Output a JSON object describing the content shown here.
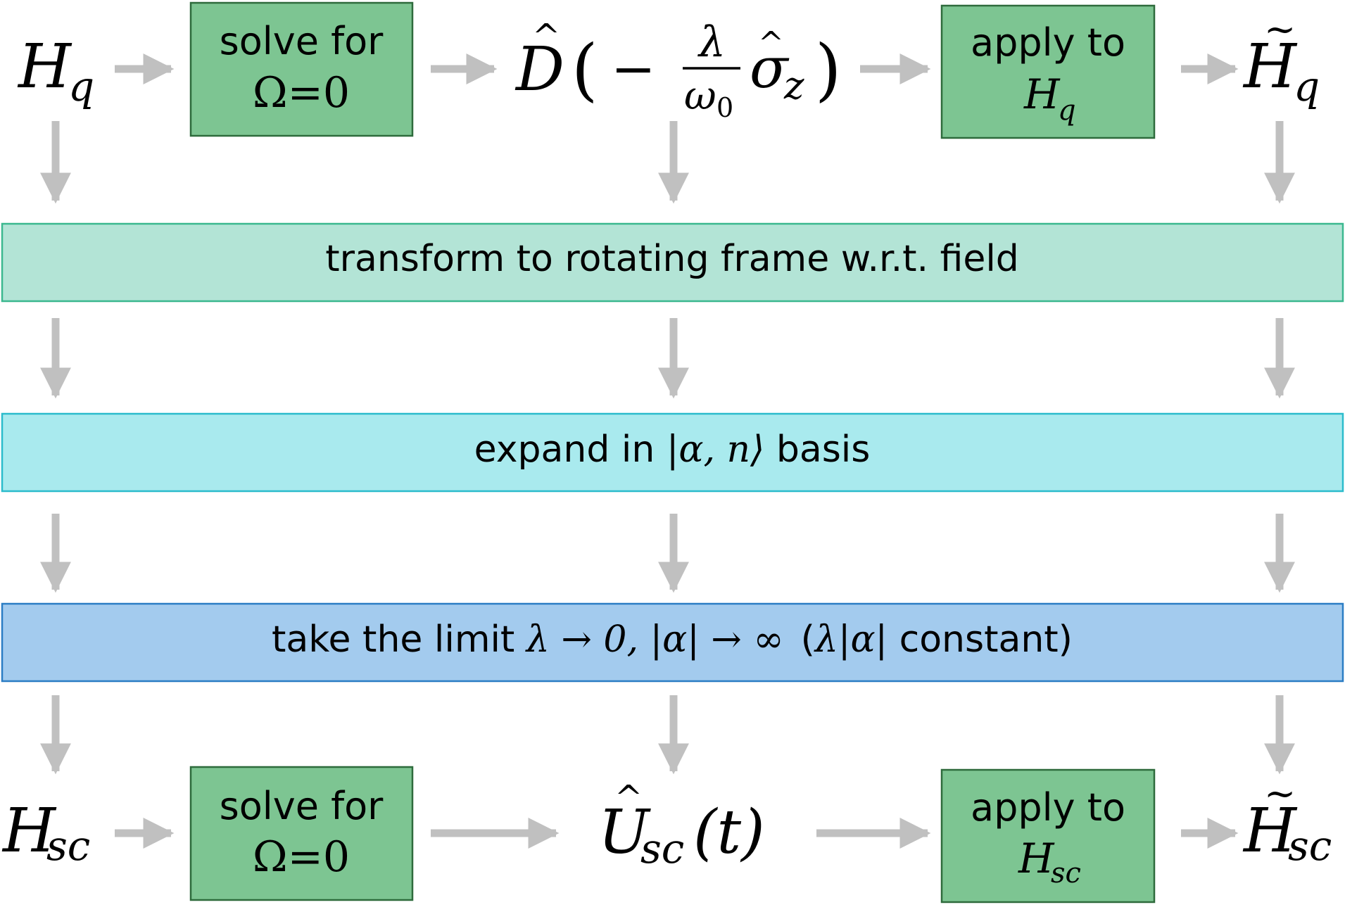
{
  "colors": {
    "solve_box": "#7dc592",
    "solve_box_border": "#2e6b3c",
    "band_rotating": "#b3e4d6",
    "band_rotating_border": "#3bb88f",
    "band_expand": "#a9eaee",
    "band_expand_border": "#2bbccc",
    "band_limit": "#a3cbee",
    "band_limit_border": "#2b7dc4",
    "arrow": "#c0c0c0"
  },
  "top_row": {
    "h_q": {
      "base": "H",
      "sub": "q"
    },
    "solve_box": {
      "line1": "solve for",
      "line2": "Ω=0"
    },
    "displacement": {
      "op": "D",
      "lparen": "(",
      "minus": "−",
      "num": "λ",
      "den_base": "ω",
      "den_sub": "0",
      "sigma": "σ",
      "sigma_sub": "z",
      "rparen": ")"
    },
    "apply_box": {
      "line1": "apply to",
      "line2_base": "H",
      "line2_sub": "q"
    },
    "h_tilde_q": {
      "base": "H",
      "tilde": "~",
      "sub": "q"
    }
  },
  "bands": {
    "rotating": "transform to rotating frame w.r.t. field",
    "expand": {
      "pre": "expand in ",
      "ket": "|α, n⟩",
      "post": " basis"
    },
    "limit": {
      "pre": "take the limit ",
      "math": "λ → 0, |α| → ∞",
      "paren_open": "(",
      "paren_math": "λ|α|",
      "paren_text": " constant)"
    }
  },
  "bottom_row": {
    "h_sc": {
      "base": "H",
      "sub": "sc"
    },
    "solve_box": {
      "line1": "solve for",
      "line2": "Ω=0"
    },
    "unitary": {
      "op": "U",
      "sub": "sc",
      "arg": "(t)"
    },
    "apply_box": {
      "line1": "apply to",
      "line2_base": "H",
      "line2_sub": "sc"
    },
    "h_tilde_sc": {
      "base": "H",
      "tilde": "~",
      "sub": "sc"
    }
  }
}
